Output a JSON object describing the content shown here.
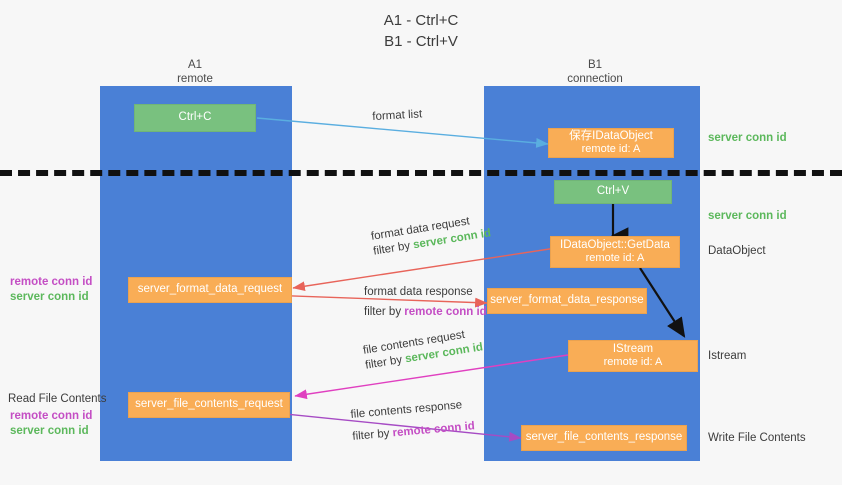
{
  "title": {
    "line1": "A1 - Ctrl+C",
    "line2": "B1 - Ctrl+V"
  },
  "columns": {
    "left": {
      "name": "A1",
      "sub": "remote"
    },
    "right": {
      "name": "B1",
      "sub": "connection"
    }
  },
  "boxes": {
    "ctrl_c": {
      "line1": "Ctrl+C"
    },
    "save_idataobject": {
      "line1": "保存IDataObject",
      "line2": "remote id: A"
    },
    "ctrl_v": {
      "line1": "Ctrl+V"
    },
    "getdata": {
      "line1": "IDataObject::GetData",
      "line2": "remote id: A"
    },
    "istream": {
      "line1": "IStream",
      "line2": "remote id: A"
    },
    "server_format_data_request": {
      "line1": "server_format_data_request"
    },
    "server_format_data_response": {
      "line1": "server_format_data_response"
    },
    "server_file_contents_request": {
      "line1": "server_file_contents_request"
    },
    "server_file_contents_response": {
      "line1": "server_file_contents_response"
    }
  },
  "edge_labels": {
    "format_list": "format list",
    "format_data_request": "format data request",
    "format_data_response": "format data response",
    "file_contents_request": "file contents request",
    "file_contents_response": "file contents response",
    "filter_by": "filter by",
    "server_conn_id": "server conn id",
    "remote_conn_id": "remote conn id"
  },
  "side_labels": {
    "right_top_conn": "server conn id",
    "right_mid_conn": "server conn id",
    "dataobject": "DataObject",
    "istream": "Istream",
    "write_file": "Write File Contents",
    "read_file": "Read File Contents",
    "left_remote_conn": "remote conn id",
    "left_server_conn": "server conn id",
    "left2_remote_conn": "remote conn id",
    "left2_server_conn": "server conn id"
  },
  "colors": {
    "lane": "#4a80d6",
    "green_box": "#79c17f",
    "orange_box": "#f9ad56",
    "green_text": "#5cb85c",
    "purple_text": "#c44ec4",
    "arrow_blue": "#5aaee0",
    "arrow_red": "#e8645a",
    "arrow_pink": "#e040c0",
    "arrow_purple": "#a64bc4",
    "arrow_black": "#111111",
    "background": "#f7f7f7"
  }
}
